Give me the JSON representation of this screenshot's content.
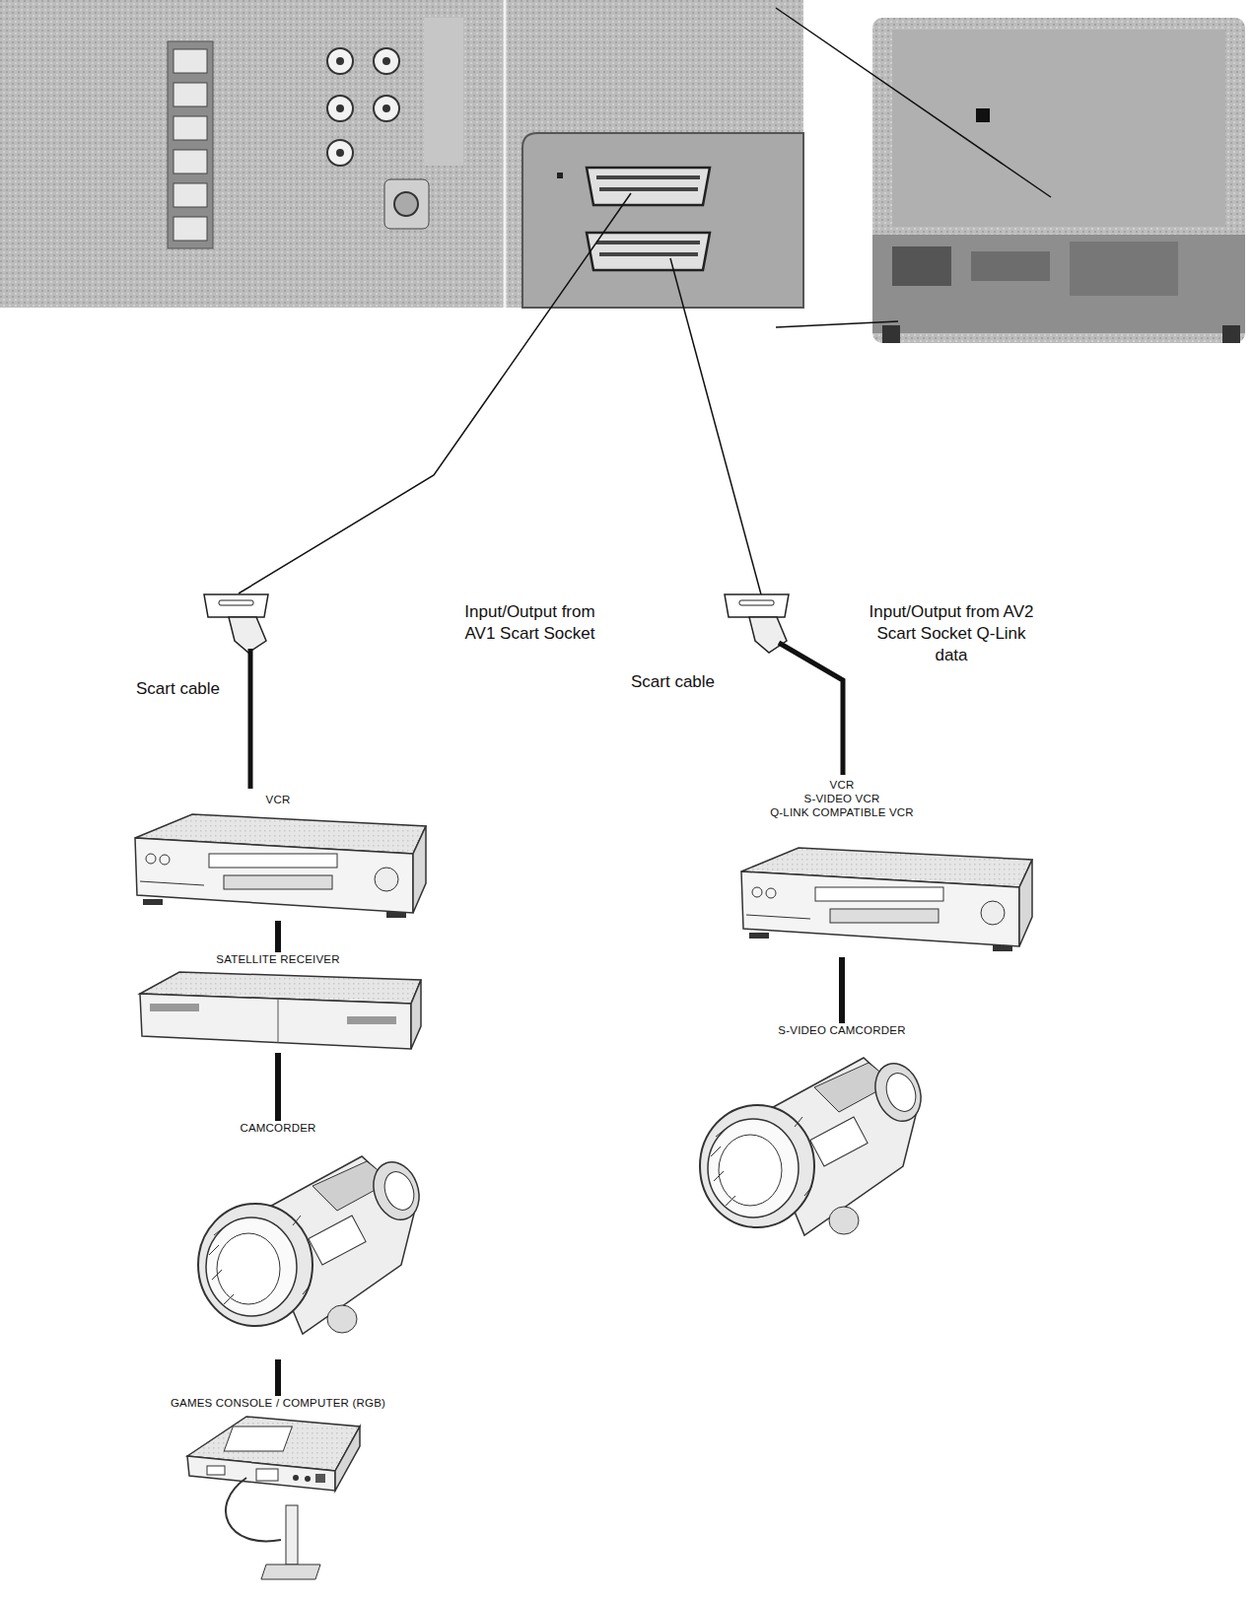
{
  "diagram": {
    "nodes": [
      {
        "text": [
          "VCR"
        ]
      },
      {
        "text": [
          "SATELLITE RECEIVER"
        ]
      },
      {
        "text": [
          "CAMCORDER"
        ]
      },
      {
        "text": [
          "GAMES CONSOLE / COMPUTER (RGB)"
        ]
      },
      {
        "text": [
          "VCR",
          "S-VIDEO VCR",
          "Q-LINK COMPATIBLE VCR"
        ]
      },
      {
        "text": [
          "S-VIDEO CAMCORDER"
        ]
      }
    ],
    "edges": [
      {
        "from": 0,
        "to": 1,
        "arrow": "none"
      },
      {
        "from": 1,
        "to": 2,
        "arrow": "none"
      },
      {
        "from": 2,
        "to": 3,
        "arrow": "none"
      },
      {
        "from": 4,
        "to": 5,
        "arrow": "none"
      }
    ],
    "labels": [
      "Input/Output from AV1 Scart Socket",
      "Scart cable",
      "Input/Output from AV2 Scart Socket Q-Link data",
      "Scart cable"
    ]
  }
}
